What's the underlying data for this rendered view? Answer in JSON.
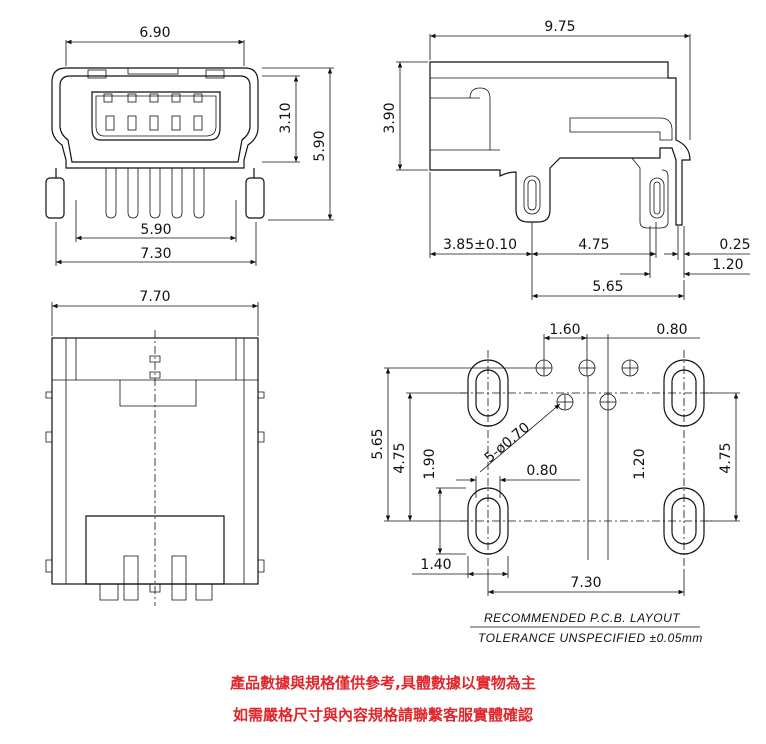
{
  "front_view": {
    "width_top": "6.90",
    "height_inner": "3.10",
    "height_total": "5.90",
    "width_bottom_inner": "5.90",
    "width_bottom": "7.30"
  },
  "side_view": {
    "length": "9.75",
    "height": "3.90",
    "offset_left": "3.85±0.10",
    "pitch": "4.75",
    "pin_thk": "0.25",
    "pin_len": "1.20",
    "span": "5.65"
  },
  "bottom_view": {
    "width": "7.70"
  },
  "pcb_layout": {
    "pitch_a": "1.60",
    "pitch_b": "0.80",
    "height_a": "5.65",
    "height_b": "4.75",
    "height_c": "1.90",
    "drill": "5-ø0.70",
    "slot_w": "0.80",
    "offset_c": "1.20",
    "height_d": "4.75",
    "pad_w": "1.40",
    "span": "7.30",
    "note1": "RECOMMENDED    P.C.B.  LAYOUT",
    "note2": "TOLERANCE  UNSPECIFIED  ±0.05mm"
  },
  "disclaimer": {
    "line1": "產品數據與規格僅供參考,具體數據以實物為主",
    "line2": "如需嚴格尺寸與內容規格請聯繫客服實體確認",
    "color": "#e0262b"
  }
}
